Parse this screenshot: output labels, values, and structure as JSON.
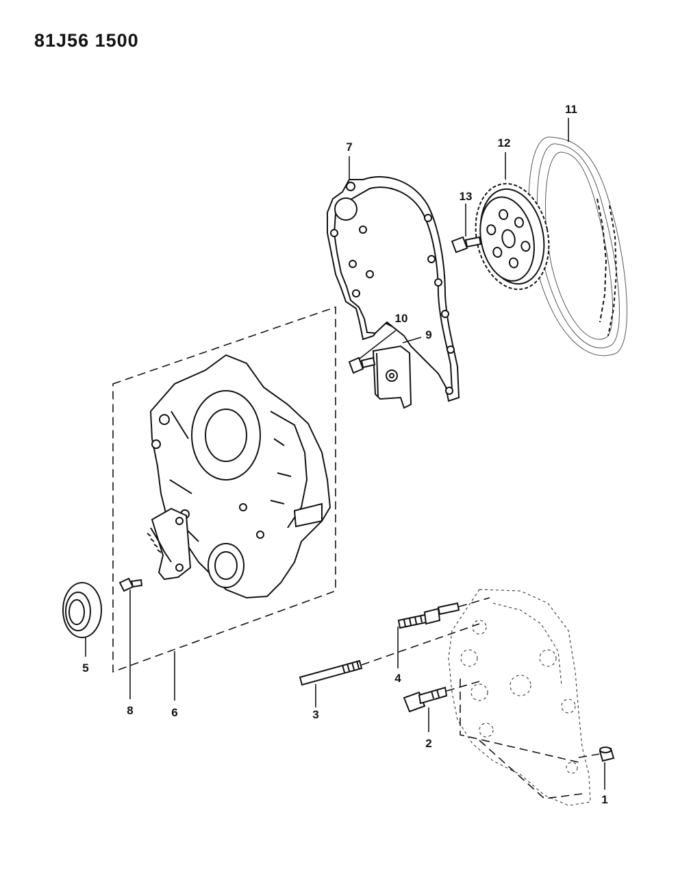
{
  "header": {
    "code": "81J56 1500"
  },
  "callouts": [
    {
      "id": "1",
      "text": "1"
    },
    {
      "id": "2",
      "text": "2"
    },
    {
      "id": "3",
      "text": "3"
    },
    {
      "id": "4",
      "text": "4"
    },
    {
      "id": "5",
      "text": "5"
    },
    {
      "id": "6",
      "text": "6"
    },
    {
      "id": "7",
      "text": "7"
    },
    {
      "id": "8",
      "text": "8"
    },
    {
      "id": "9",
      "text": "9"
    },
    {
      "id": "10",
      "text": "10"
    },
    {
      "id": "11",
      "text": "11"
    },
    {
      "id": "12",
      "text": "12"
    },
    {
      "id": "13",
      "text": "13"
    }
  ]
}
